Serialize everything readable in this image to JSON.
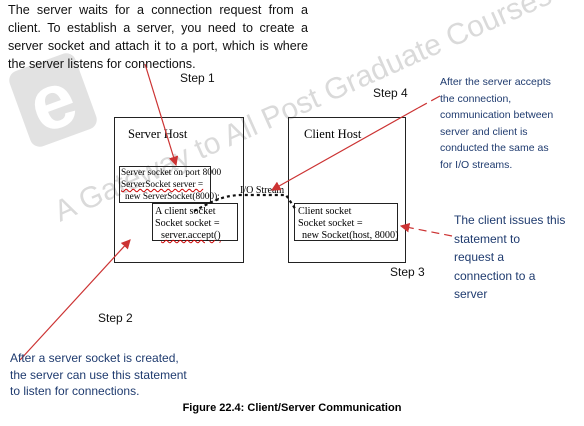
{
  "intro_text": "The server waits for a connection request from a client. To establish a server, you need to create a server socket and attach it to a port, which is where the server listens for connections.",
  "steps": {
    "step1": "Step 1",
    "step2": "Step 2",
    "step3": "Step 3",
    "step4": "Step 4"
  },
  "server_host": {
    "title": "Server Host",
    "socket_box": [
      "Server socket on port 8000",
      "ServerSocket server =",
      "new ServerSocket(8000);"
    ],
    "accept_box": [
      "A client socket",
      "Socket socket =",
      "server.accept()"
    ]
  },
  "client_host": {
    "title": "Client Host",
    "socket_box": [
      "Client socket",
      "Socket socket =",
      "new Socket(host, 8000)"
    ]
  },
  "io_stream_label": "I/O Stream",
  "annotations": {
    "step4_note": [
      "After the server accepts",
      "the connection,",
      "communication between",
      "server and client is",
      "conducted the same as",
      "for I/O streams."
    ],
    "step3_note": [
      "The client issues this",
      "statement to",
      "request a",
      "connection to a",
      "server"
    ],
    "step2_note": [
      "After a server socket is created,",
      "the server can use this statement",
      "to listen for connections."
    ]
  },
  "watermark": [
    "e",
    "A Gateway to All Post Graduate Courses"
  ],
  "caption": "Figure 22.4: Client/Server Communication",
  "colors": {
    "arrow_red": "#cc3333",
    "note_blue": "#1f3b6f",
    "watermark_gray": "#d6d6d6"
  }
}
